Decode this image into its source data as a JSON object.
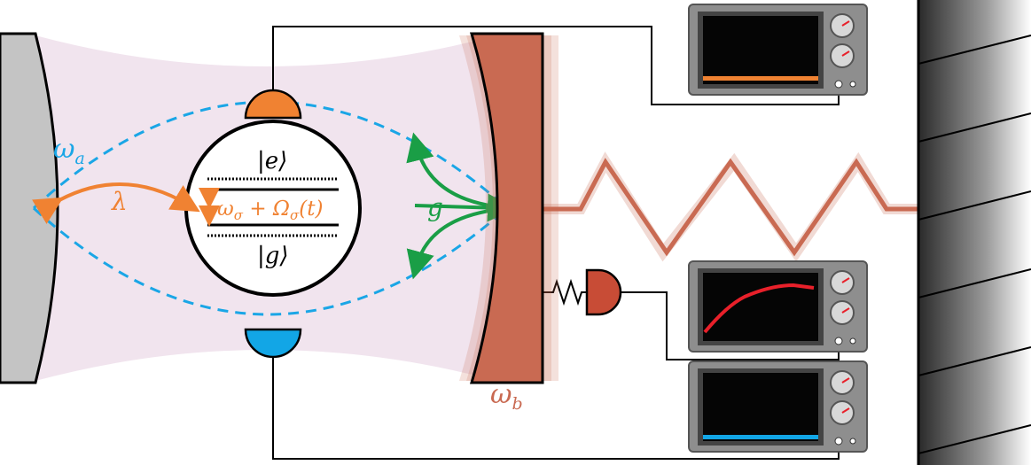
{
  "labels": {
    "omega_a": "ω",
    "omega_a_sub": "a",
    "omega_b": "ω",
    "omega_b_sub": "b",
    "lambda": "λ",
    "g": "g",
    "ket_e": "|e⟩",
    "ket_g": "|g⟩",
    "qubit_freq": "ω",
    "qubit_freq_sub1": "σ",
    "qubit_freq_plus": " + Ω",
    "qubit_freq_sub2": "σ",
    "qubit_freq_tail": "(t)"
  },
  "colors": {
    "cavity_field": "#f1e4ee",
    "left_mirror": "#c4c4c4",
    "right_mirror": "#c96a52",
    "spring": "#c96a52",
    "mode_a": "#1aa6e6",
    "lambda_coupling": "#f08232",
    "g_coupling": "#1a9e46",
    "top_detector": "#f08232",
    "bottom_detector": "#12a6e6",
    "mech_detector": "#c84c36",
    "scope_trace_top": "#f08232",
    "scope_trace_middle": "#e8202a",
    "scope_trace_bottom": "#12a6e6",
    "wall": "#3a3a3a"
  },
  "icons": {
    "top_detector": "photodetector-icon",
    "bottom_detector": "photodetector-icon",
    "mech_detector": "detector-icon",
    "oscilloscopes": "oscilloscope-icon"
  }
}
